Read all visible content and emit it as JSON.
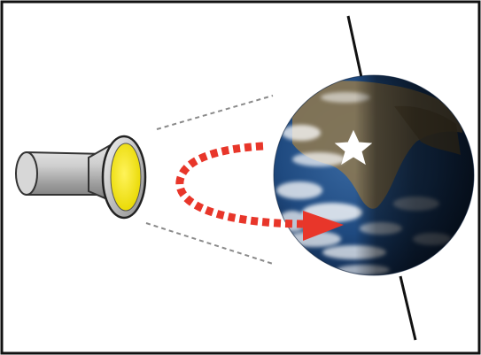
{
  "diagram": {
    "elements": [
      "flashlight",
      "light-beam-edges",
      "earth-globe",
      "earth-rotation-axis",
      "rotation-direction-arrow",
      "location-star"
    ],
    "colors": {
      "border": "#111111",
      "flashlight_body": "#b9b9b9",
      "flashlight_lens": "#f2e600",
      "arrow": "#e8362a",
      "beam_lines": "#8a8a8a",
      "axis": "#111111",
      "star": "#ffffff",
      "ocean": "#1d3f6e",
      "land": "#8b7a55",
      "clouds": "#ffffff",
      "night_shadow": "#000000"
    }
  }
}
